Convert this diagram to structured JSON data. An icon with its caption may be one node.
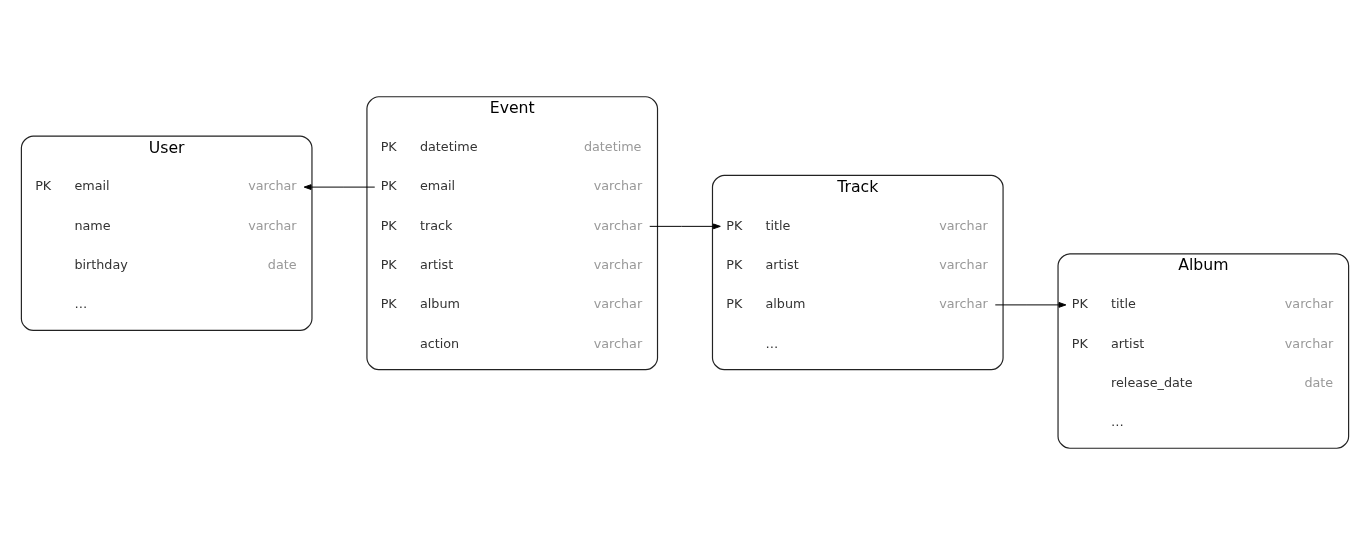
{
  "diagram": {
    "nodes": [
      {
        "text": [
          "User"
        ]
      },
      {
        "text": [
          "PK",
          "email",
          "varchar"
        ],
        "in": 0
      },
      {
        "text": [
          "name",
          "varchar"
        ],
        "in": 0
      },
      {
        "text": [
          "birthday",
          "date"
        ],
        "in": 0
      },
      {
        "text": [
          "…"
        ],
        "in": 0
      },
      {
        "text": [
          "Event"
        ]
      },
      {
        "text": [
          "PK",
          "datetime",
          "datetime"
        ],
        "in": 5
      },
      {
        "text": [
          "PK",
          "email",
          "varchar"
        ],
        "in": 5
      },
      {
        "text": [
          "PK",
          "track",
          "varchar"
        ],
        "in": 5
      },
      {
        "text": [
          "PK",
          "artist",
          "varchar"
        ],
        "in": 5
      },
      {
        "text": [
          "PK",
          "album",
          "varchar"
        ],
        "in": 5
      },
      {
        "text": [
          "action",
          "varchar"
        ],
        "in": 5
      },
      {
        "text": [
          "Album"
        ]
      },
      {
        "text": [
          "PK",
          "title",
          "varchar"
        ],
        "in": 12
      },
      {
        "text": [
          "PK",
          "artist",
          "varchar"
        ],
        "in": 12
      },
      {
        "text": [
          "release_date",
          "date"
        ],
        "in": 12
      },
      {
        "text": [
          "…"
        ],
        "in": 12
      },
      {
        "text": [
          "Track"
        ]
      },
      {
        "text": [
          "PK",
          "title",
          "varchar"
        ],
        "in": 17
      },
      {
        "text": [
          "PK",
          "artist",
          "varchar"
        ],
        "in": 17
      },
      {
        "text": [
          "PK",
          "album",
          "varchar"
        ],
        "in": 17
      },
      {
        "text": [
          "…"
        ],
        "in": 17
      }
    ],
    "edges": [
      {
        "from": 7,
        "to": 1,
        "arrow": "to"
      },
      {
        "from": 8,
        "to": 18,
        "arrow": "to"
      },
      {
        "from": 20,
        "to": 13,
        "arrow": "to"
      }
    ]
  }
}
